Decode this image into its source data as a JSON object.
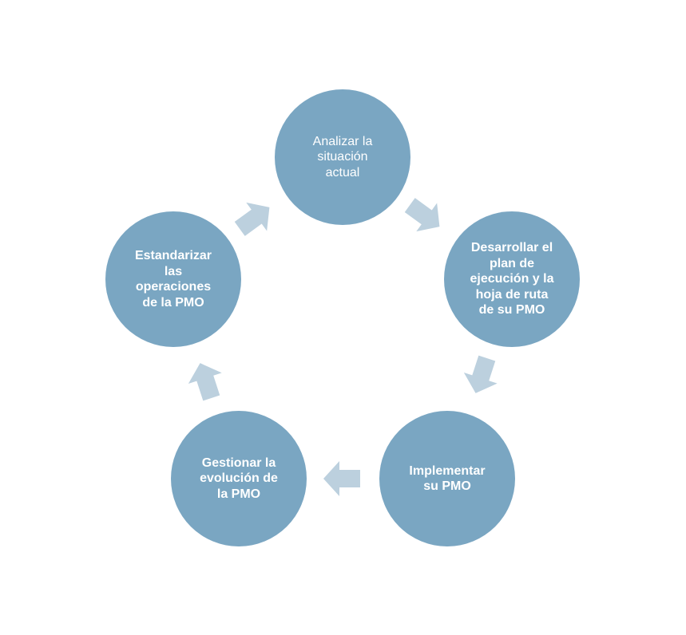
{
  "colors": {
    "node_fill": "#7aa6c2",
    "arrow_fill": "#bcd0de",
    "text": "#ffffff",
    "background": "#ffffff"
  },
  "cycle": {
    "steps": [
      {
        "label": "Analizar la\nsituación\nactual",
        "weight": "normal"
      },
      {
        "label": "Desarrollar el\nplan de\nejecución y la\nhoja de ruta\nde su PMO",
        "weight": "bold"
      },
      {
        "label": "Implementar\nsu PMO",
        "weight": "bold"
      },
      {
        "label": "Gestionar la\nevolución de\nla PMO",
        "weight": "bold"
      },
      {
        "label": "Estandarizar\nlas\noperaciones\nde la PMO",
        "weight": "bold"
      }
    ],
    "arrow_icon": "chevron-arrow-icon"
  }
}
